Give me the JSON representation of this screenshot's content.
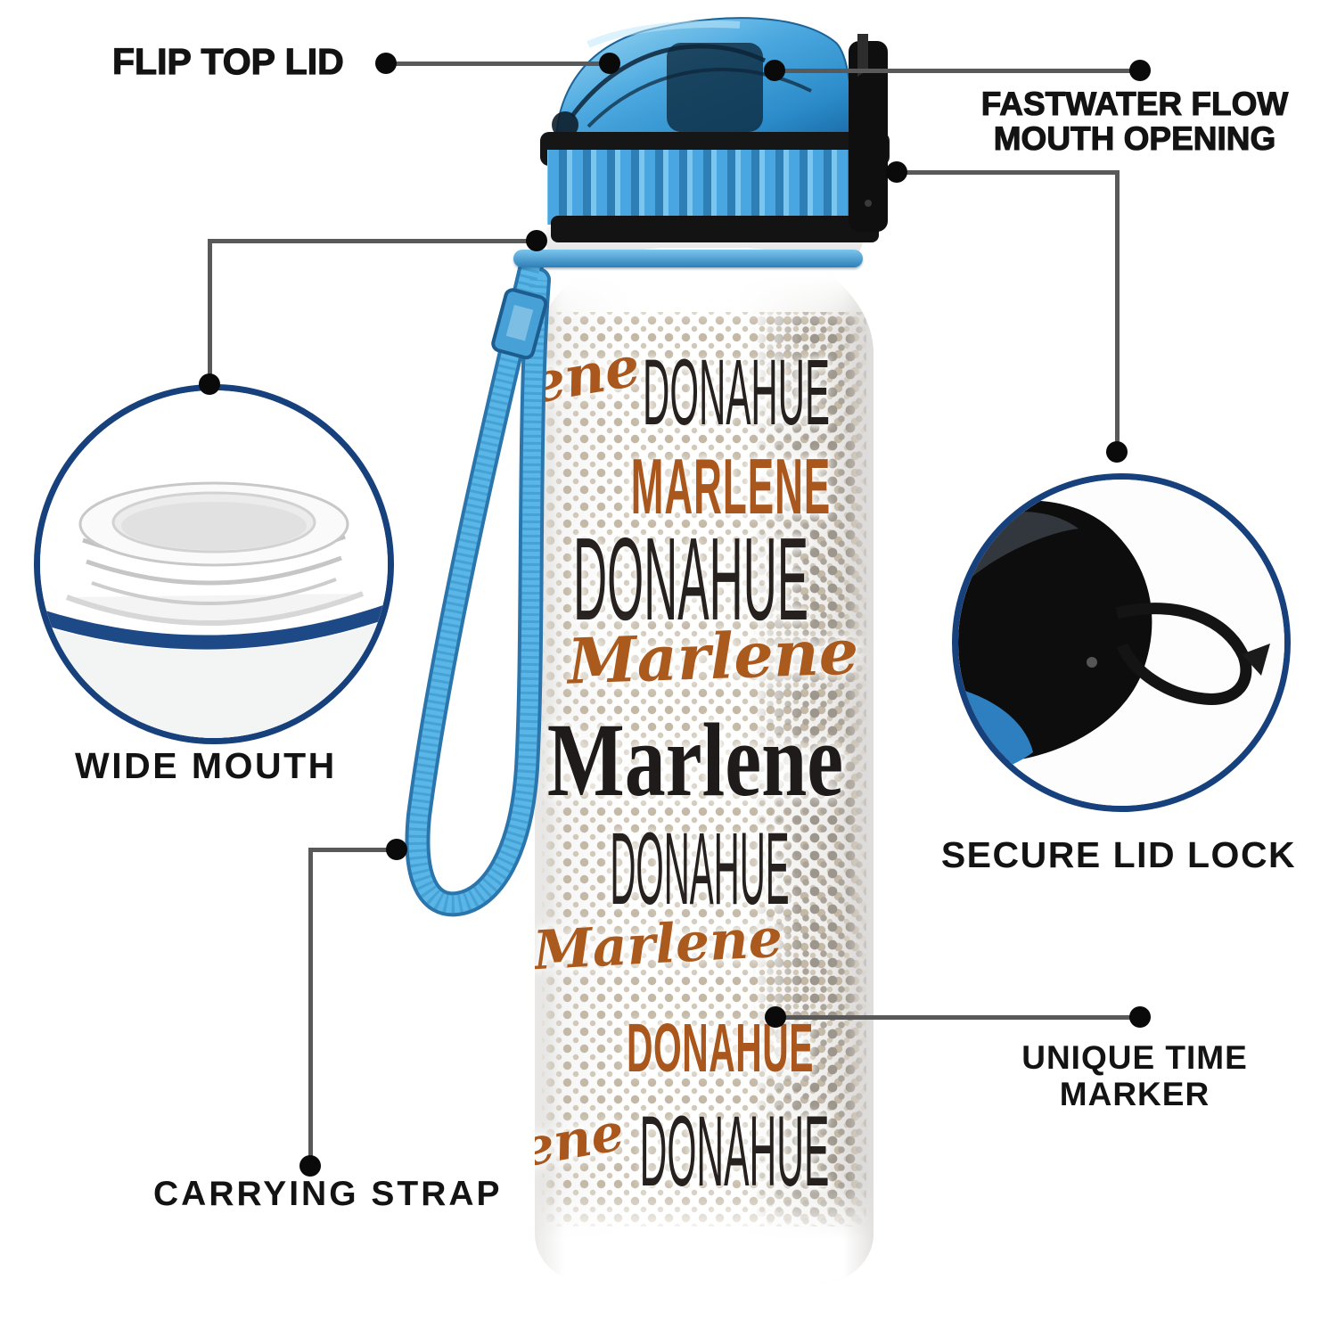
{
  "callouts": {
    "flip_top_lid": {
      "label": "FLIP TOP LID"
    },
    "fastwater": {
      "line1": "FASTWATER FLOW",
      "line2": "MOUTH OPENING"
    },
    "wide_mouth": {
      "label": "WIDE MOUTH"
    },
    "secure_lid_lock": {
      "label": "SECURE LID LOCK"
    },
    "carrying_strap": {
      "label": "CARRYING STRAP"
    },
    "unique_time_marker": {
      "line1": "UNIQUE TIME",
      "line2": "MARKER"
    }
  },
  "bottle": {
    "print_rows": [
      {
        "id": "ene-top",
        "text": "ene"
      },
      {
        "id": "donahue-1",
        "text": "DONAHUE"
      },
      {
        "id": "marlene-caps",
        "text": "MARLENE"
      },
      {
        "id": "donahue-2",
        "text": "DONAHUE"
      },
      {
        "id": "marlene-script-1",
        "text": "Marlene"
      },
      {
        "id": "marlene-serif",
        "text": "Marlene"
      },
      {
        "id": "donahue-3",
        "text": "DONAHUE"
      },
      {
        "id": "marlene-script-2",
        "text": "Marlene"
      },
      {
        "id": "donahue-brown",
        "text": "DONAHUE"
      },
      {
        "id": "ene-bottom",
        "text": "ene"
      },
      {
        "id": "donahue-4",
        "text": "DONAHUE"
      }
    ]
  },
  "colors": {
    "accent_blue": "#4aa6e0",
    "lid_blue_light": "#9edcf7",
    "lid_blue_dark": "#1266a5",
    "navy_circle_border": "#17417c",
    "navy_band": "#1d4a86",
    "connector_line": "#595959",
    "connector_dot": "#0a0a0a",
    "label_text": "#131313",
    "print_black": "#26211e",
    "print_brown": "#a9571c",
    "halftone_tan": "#c4b9a6",
    "halftone_gray": "#9d968c",
    "strap_blue": "#5ab6e7"
  }
}
